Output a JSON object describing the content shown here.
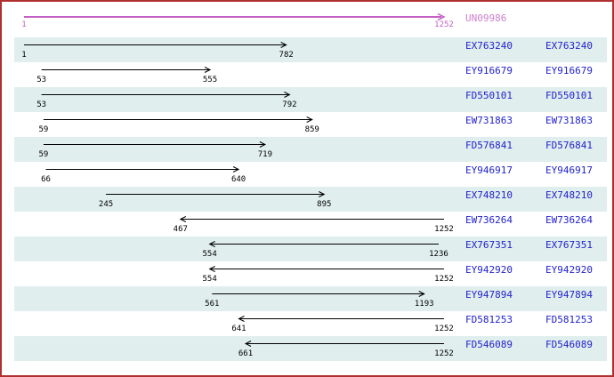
{
  "viewer": {
    "border_color": "#b03030",
    "background_color": "#ffffff",
    "band_color": "#e0eeee",
    "read_arrow_color": "#000000",
    "coordinate_text_color": "#000000",
    "accession_link_color": "#2222cc",
    "reference_arrow_color": "#c45fc4",
    "reference_text_color": "#cd7fcd"
  },
  "chart_data": {
    "type": "bar",
    "subtype": "sequence-alignment-intervals",
    "title": "",
    "x_range": [
      1,
      1252
    ],
    "grid": false,
    "reference": {
      "name": "UN09986",
      "start": 1,
      "end": 1252,
      "direction": "forward"
    },
    "series": [
      {
        "name": "EX763240",
        "start": 1,
        "end": 782,
        "direction": "forward"
      },
      {
        "name": "EY916679",
        "start": 53,
        "end": 555,
        "direction": "forward"
      },
      {
        "name": "FD550101",
        "start": 53,
        "end": 792,
        "direction": "forward"
      },
      {
        "name": "EW731863",
        "start": 59,
        "end": 859,
        "direction": "forward"
      },
      {
        "name": "FD576841",
        "start": 59,
        "end": 719,
        "direction": "forward"
      },
      {
        "name": "EY946917",
        "start": 66,
        "end": 640,
        "direction": "forward"
      },
      {
        "name": "EX748210",
        "start": 245,
        "end": 895,
        "direction": "forward"
      },
      {
        "name": "EW736264",
        "start": 467,
        "end": 1252,
        "direction": "reverse"
      },
      {
        "name": "EX767351",
        "start": 554,
        "end": 1236,
        "direction": "reverse"
      },
      {
        "name": "EY942920",
        "start": 554,
        "end": 1252,
        "direction": "reverse"
      },
      {
        "name": "EY947894",
        "start": 561,
        "end": 1193,
        "direction": "forward"
      },
      {
        "name": "FD581253",
        "start": 641,
        "end": 1252,
        "direction": "reverse"
      },
      {
        "name": "FD546089",
        "start": 661,
        "end": 1252,
        "direction": "reverse"
      }
    ]
  }
}
